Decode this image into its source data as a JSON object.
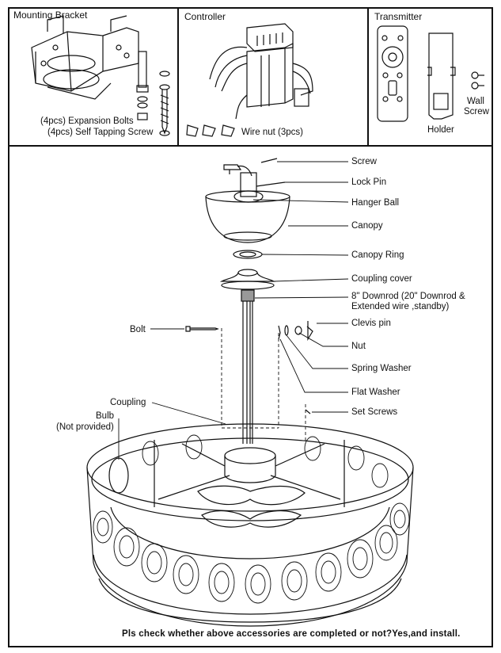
{
  "panels": {
    "mounting": {
      "title": "Mounting Bracket",
      "expansion_bolts": "(4pcs) Expansion Bolts",
      "tapping_screws": "(4pcs) Self Tapping Screw"
    },
    "controller": {
      "title": "Controller",
      "wire_nut": "Wire nut (3pcs)"
    },
    "transmitter": {
      "title": "Transmitter",
      "holder": "Holder",
      "wall_screw_1": "Wall",
      "wall_screw_2": "Screw"
    }
  },
  "parts": {
    "screw": "Screw",
    "lock_pin": "Lock Pin",
    "hanger_ball": "Hanger Ball",
    "canopy": "Canopy",
    "canopy_ring": "Canopy Ring",
    "coupling_cover": "Coupling cover",
    "downrod_1": "8\" Downrod (20\" Downrod &",
    "downrod_2": "Extended wire ,standby)",
    "bolt": "Bolt",
    "clevis_pin": "Clevis pin",
    "nut": "Nut",
    "spring_washer": "Spring Washer",
    "flat_washer": "Flat Washer",
    "set_screws": "Set Screws",
    "coupling": "Coupling",
    "bulb_1": "Bulb",
    "bulb_2": "(Not provided)"
  },
  "footer_note": "Pls check whether above accessories are completed or not?Yes,and install."
}
